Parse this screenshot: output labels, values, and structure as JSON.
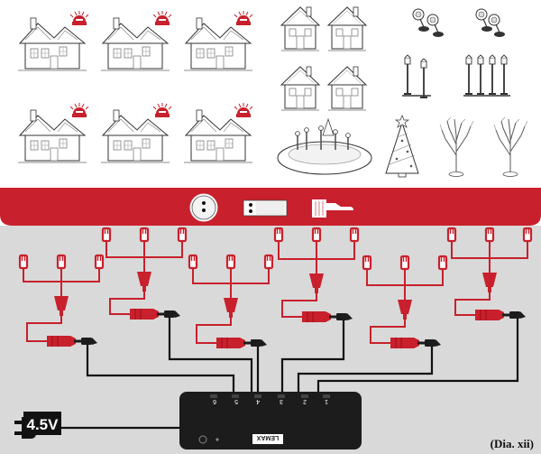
{
  "figure": {
    "caption": "(Dia. xii)",
    "voltage_label": "4.5V",
    "brand_label": "LEMAX",
    "port_labels": [
      "6",
      "5",
      "4",
      "3",
      "2",
      "1"
    ]
  },
  "icons": {
    "houses": "village-house-icon",
    "cottages": "cottage-icon",
    "spotlights": "spotlight-icon",
    "lamp_posts": "lamp-post-icon",
    "skating_pond": "skating-pond-icon",
    "christmas_tree": "christmas-tree-icon",
    "bare_trees": "lighted-tree-icon",
    "round_plug": "round-plug-icon",
    "adapter_plug": "adapter-plug-icon",
    "extension_cord": "extension-cord-icon",
    "three_way_splitter": "three-way-splitter-icon",
    "wall_plug": "wall-plug-icon"
  },
  "colors": {
    "red": "#c8202c",
    "dark_red": "#9a1119",
    "cable": "#111111",
    "panel": "#d9d9d9",
    "adapter": "#1c1c1c"
  }
}
